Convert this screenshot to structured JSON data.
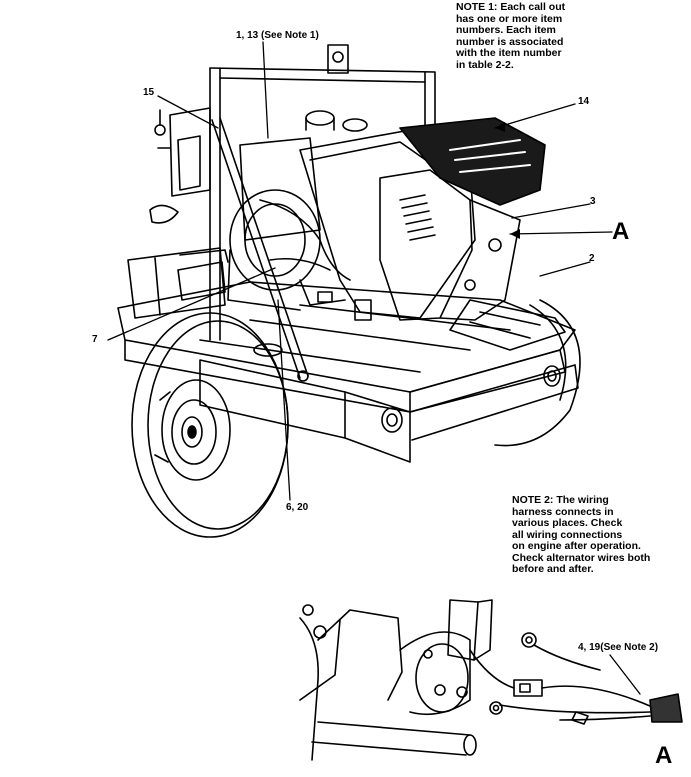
{
  "notes": {
    "note1": "NOTE 1: Each call out\nhas one or more item\nnumbers. Each item\nnumber is associated\nwith the item number\nin table 2-2.",
    "note2": "NOTE 2: The wiring\nharness connects in\nvarious places. Check\nall wiring connections\non engine after operation.\nCheck alternator wires both\nbefore and after."
  },
  "callouts": {
    "c1_13": "1, 13 (See Note 1)",
    "c15": "15",
    "c14": "14",
    "c3": "3",
    "c2": "2",
    "c7": "7",
    "c6_20": "6, 20",
    "c4_19": "4, 19(See Note 2)"
  },
  "detail_labels": {
    "main_ref": "A",
    "detail_ref": "A"
  }
}
